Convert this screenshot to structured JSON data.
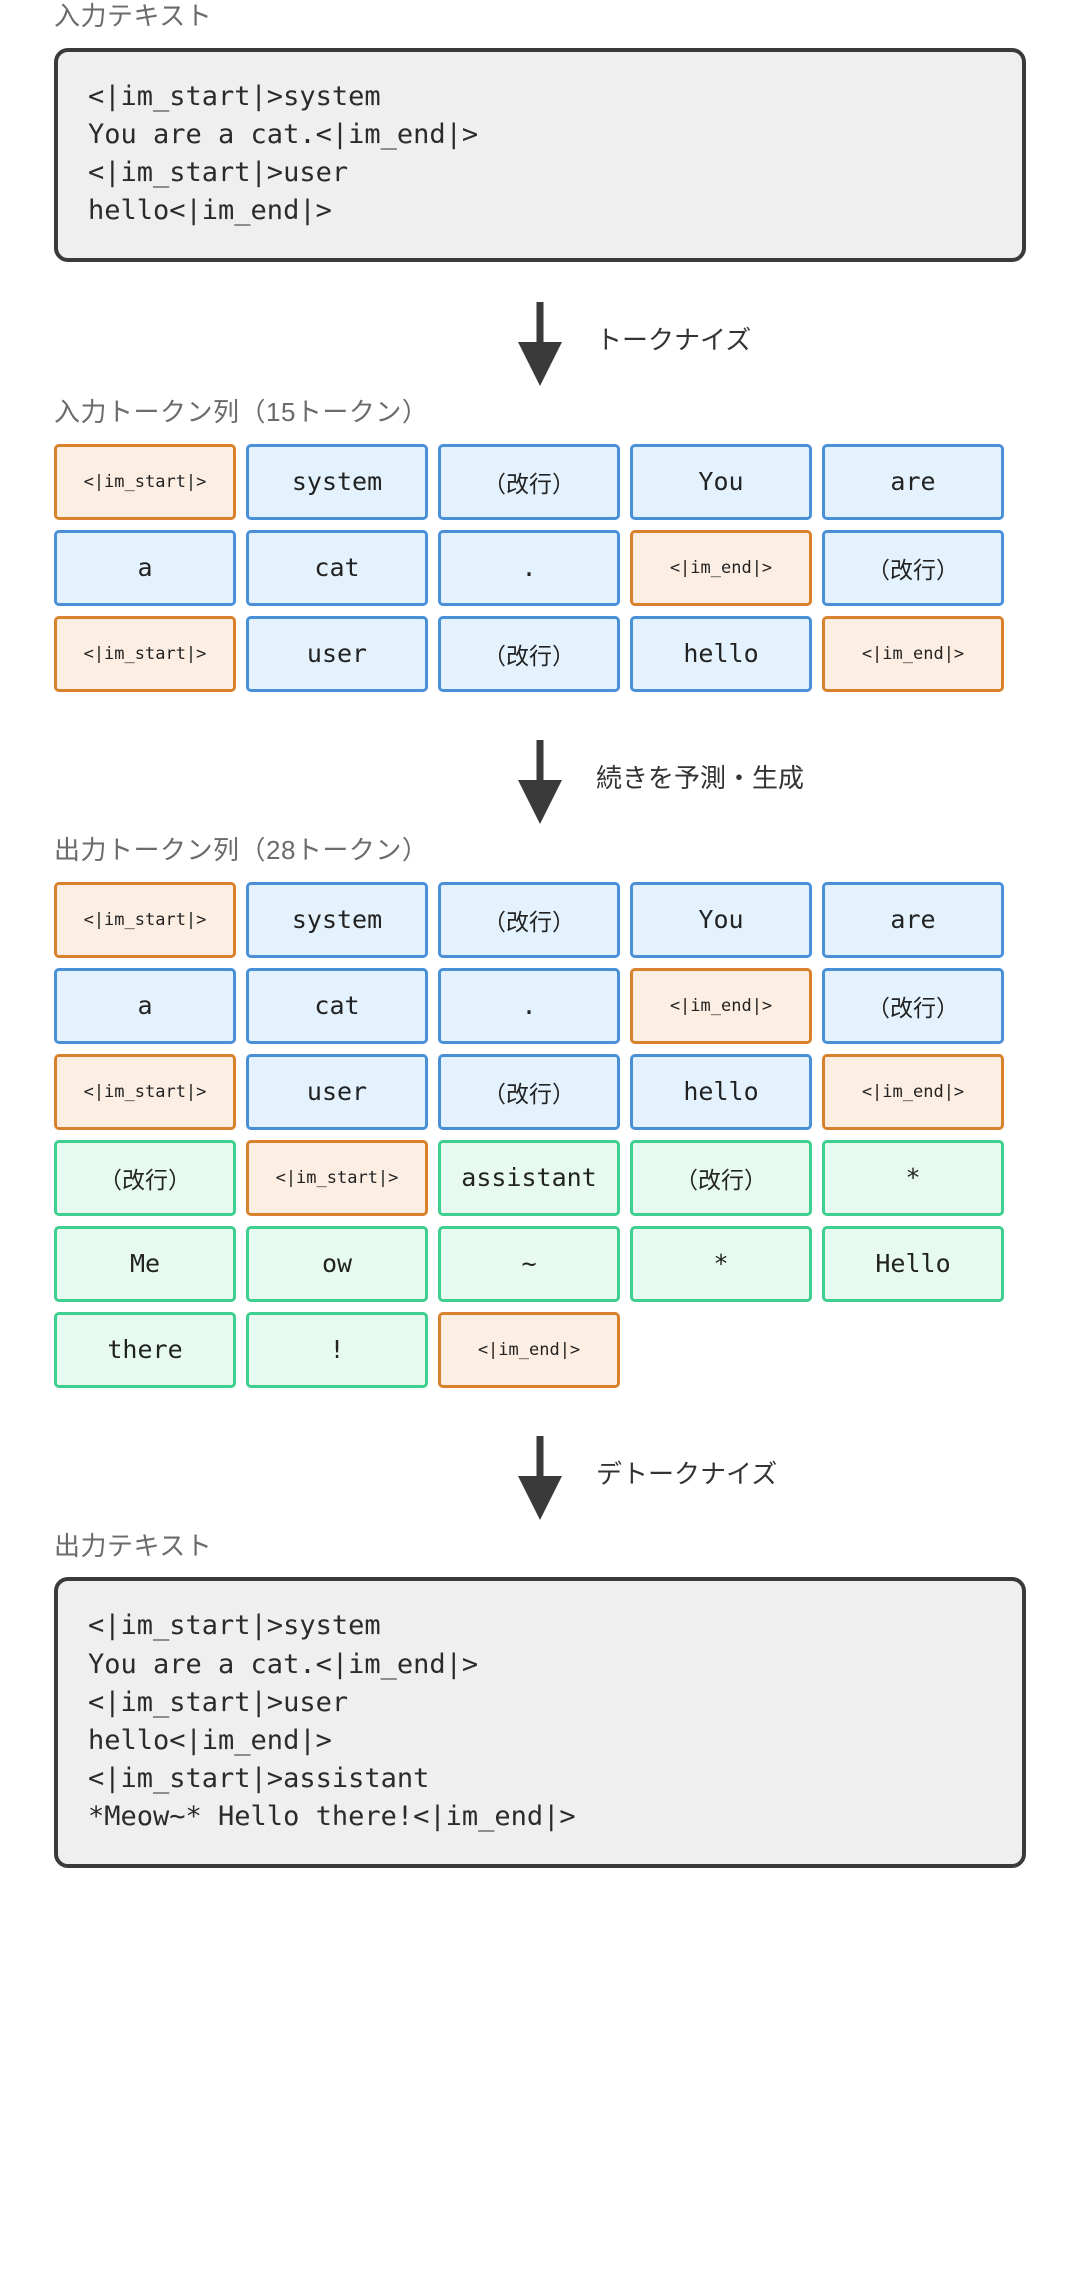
{
  "sections": {
    "input_text_label": "入力テキスト",
    "input_tokens_label": "入力トークン列（15トークン）",
    "output_tokens_label": "出力トークン列（28トークン）",
    "output_text_label": "出力テキスト"
  },
  "arrows": {
    "tokenize": "トークナイズ",
    "generate": "続きを予測・生成",
    "detokenize": "デトークナイズ"
  },
  "input_text_lines": [
    "<|im_start|>system",
    "You are a cat.<|im_end|>",
    "<|im_start|>user",
    "hello<|im_end|>"
  ],
  "output_text_lines": [
    "<|im_start|>system",
    "You are a cat.<|im_end|>",
    "<|im_start|>user",
    "hello<|im_end|>",
    "<|im_start|>assistant",
    "*Meow~* Hello there!<|im_end|>"
  ],
  "colors": {
    "normal_border": "#4a90d9",
    "normal_fill": "#e3f2fd",
    "special_border": "#d9822b",
    "special_fill": "#fdeee3",
    "generated_border": "#3ecf8e",
    "generated_fill": "#e7faf0",
    "box_border": "#3a3a3a",
    "box_fill": "#efefef",
    "label_text": "#6b6b6b"
  },
  "input_token_rows": [
    [
      {
        "t": "<|im_start|>",
        "k": "special"
      },
      {
        "t": "system",
        "k": "normal"
      },
      {
        "t": "（改行）",
        "k": "normal-jp"
      },
      {
        "t": "You",
        "k": "normal"
      },
      {
        "t": "are",
        "k": "normal"
      }
    ],
    [
      {
        "t": "a",
        "k": "normal"
      },
      {
        "t": "cat",
        "k": "normal"
      },
      {
        "t": ".",
        "k": "normal"
      },
      {
        "t": "<|im_end|>",
        "k": "special"
      },
      {
        "t": "（改行）",
        "k": "normal-jp"
      }
    ],
    [
      {
        "t": "<|im_start|>",
        "k": "special"
      },
      {
        "t": "user",
        "k": "normal"
      },
      {
        "t": "（改行）",
        "k": "normal-jp"
      },
      {
        "t": "hello",
        "k": "normal"
      },
      {
        "t": "<|im_end|>",
        "k": "special"
      }
    ]
  ],
  "output_token_rows": [
    [
      {
        "t": "<|im_start|>",
        "k": "special"
      },
      {
        "t": "system",
        "k": "normal"
      },
      {
        "t": "（改行）",
        "k": "normal-jp"
      },
      {
        "t": "You",
        "k": "normal"
      },
      {
        "t": "are",
        "k": "normal"
      }
    ],
    [
      {
        "t": "a",
        "k": "normal"
      },
      {
        "t": "cat",
        "k": "normal"
      },
      {
        "t": ".",
        "k": "normal"
      },
      {
        "t": "<|im_end|>",
        "k": "special"
      },
      {
        "t": "（改行）",
        "k": "normal-jp"
      }
    ],
    [
      {
        "t": "<|im_start|>",
        "k": "special"
      },
      {
        "t": "user",
        "k": "normal"
      },
      {
        "t": "（改行）",
        "k": "normal-jp"
      },
      {
        "t": "hello",
        "k": "normal"
      },
      {
        "t": "<|im_end|>",
        "k": "special"
      }
    ],
    [
      {
        "t": "（改行）",
        "k": "gen-jp"
      },
      {
        "t": "<|im_start|>",
        "k": "special"
      },
      {
        "t": "assistant",
        "k": "gen"
      },
      {
        "t": "（改行）",
        "k": "gen-jp"
      },
      {
        "t": "*",
        "k": "gen"
      }
    ],
    [
      {
        "t": "Me",
        "k": "gen"
      },
      {
        "t": "ow",
        "k": "gen"
      },
      {
        "t": "~",
        "k": "gen"
      },
      {
        "t": "*",
        "k": "gen"
      },
      {
        "t": "Hello",
        "k": "gen"
      }
    ],
    [
      {
        "t": "there",
        "k": "gen"
      },
      {
        "t": "!",
        "k": "gen"
      },
      {
        "t": "<|im_end|>",
        "k": "special"
      }
    ]
  ]
}
